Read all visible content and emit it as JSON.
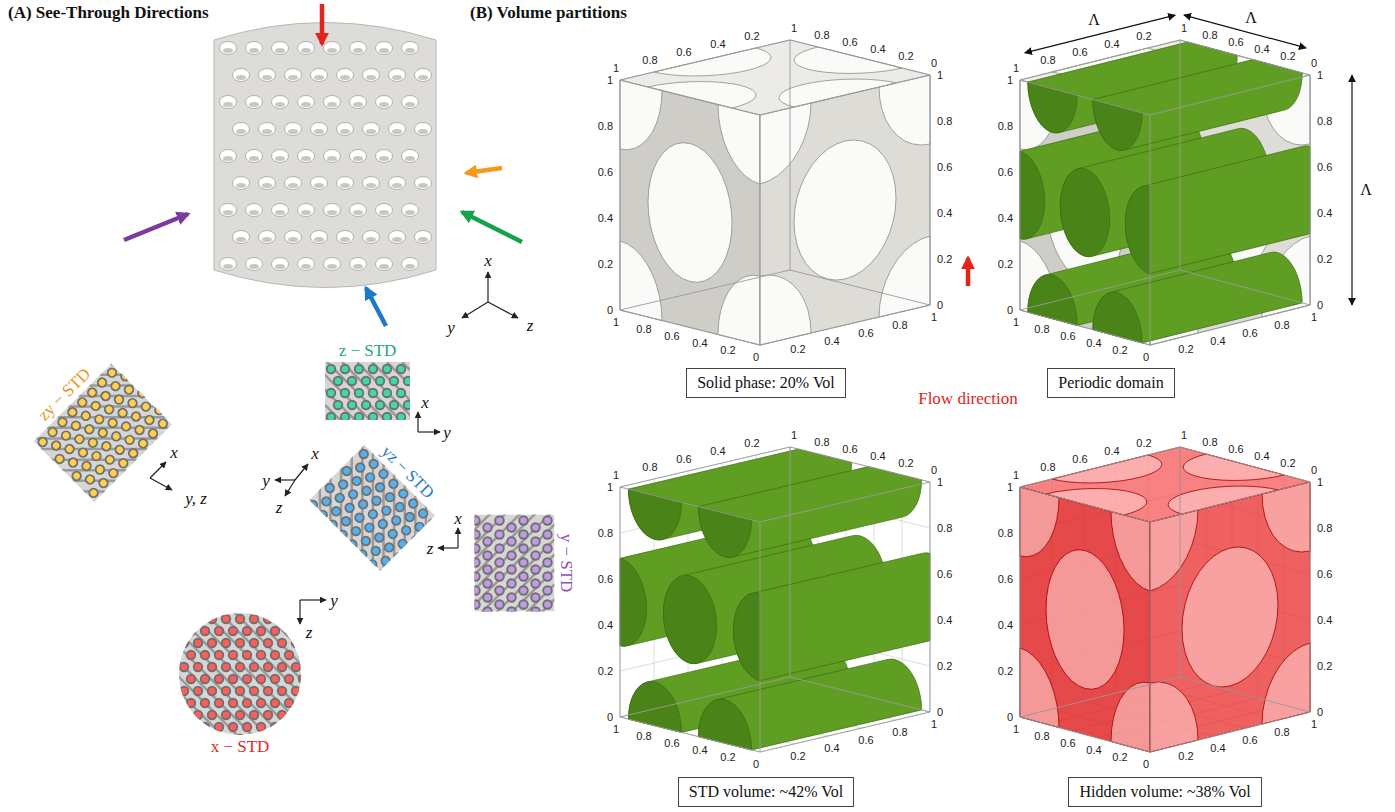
{
  "diagram": {
    "nodes": [
      {
        "text": [
          "z − STD"
        ]
      },
      {
        "text": [
          "zy − STD"
        ]
      },
      {
        "text": [
          "yz − STD"
        ]
      },
      {
        "text": [
          "x − STD"
        ]
      },
      {
        "text": [
          "y − STD"
        ]
      },
      {
        "text": [
          "Solid phase: 20% Vol"
        ]
      },
      {
        "text": [
          "Periodic domain"
        ]
      },
      {
        "text": [
          "STD volume: ~42% Vol"
        ]
      },
      {
        "text": [
          "Hidden volume: ~38% Vol"
        ]
      }
    ],
    "labels": [
      "(A) See-Through Directions",
      "(B) Volume partitions",
      "x",
      "y",
      "z",
      "x",
      "y",
      "x",
      "y, z",
      "y",
      "x",
      "z",
      "y",
      "z",
      "x",
      "z",
      "Flow direction",
      "Λ",
      "Λ",
      "Λ",
      "1",
      "0.8",
      "0.6",
      "0.4",
      "0.2",
      "1",
      "0.8",
      "0.6",
      "0.4",
      "0.2",
      "0",
      "1",
      "0.8",
      "0.6",
      "0.4",
      "0.2",
      "0",
      "1",
      "0.8",
      "0.6",
      "0.4",
      "0.2",
      "0",
      "1",
      "0.8",
      "0.6",
      "0.4",
      "0.2",
      "0",
      "0.2",
      "0.4",
      "0.6",
      "0.8",
      "1",
      "1",
      "0.8",
      "0.6",
      "0.4",
      "0.2",
      "1",
      "0.8",
      "0.6",
      "0.4",
      "0.2",
      "0",
      "1",
      "0.8",
      "0.6",
      "0.4",
      "0.2",
      "0",
      "1",
      "0.8",
      "0.6",
      "0.4",
      "0.2",
      "0",
      "1",
      "0.8",
      "0.6",
      "0.4",
      "0.2",
      "0",
      "0.2",
      "0.4",
      "0.6",
      "0.8",
      "1",
      "1",
      "0.8",
      "0.6",
      "0.4",
      "0.2",
      "1",
      "0.8",
      "0.6",
      "0.4",
      "0.2",
      "0",
      "1",
      "0.8",
      "0.6",
      "0.4",
      "0.2",
      "0",
      "1",
      "0.8",
      "0.6",
      "0.4",
      "0.2",
      "0",
      "1",
      "0.8",
      "0.6",
      "0.4",
      "0.2",
      "0",
      "0.2",
      "0.4",
      "0.6",
      "0.8",
      "1",
      "1",
      "0.8",
      "0.6",
      "0.4",
      "0.2",
      "1",
      "0.8",
      "0.6",
      "0.4",
      "0.2",
      "0",
      "1",
      "0.8",
      "0.6",
      "0.4",
      "0.2",
      "0",
      "1",
      "0.8",
      "0.6",
      "0.4",
      "0.2",
      "0",
      "1",
      "0.8",
      "0.6",
      "0.4",
      "0.2",
      "0",
      "0.2",
      "0.4",
      "0.6",
      "0.8",
      "1"
    ]
  }
}
